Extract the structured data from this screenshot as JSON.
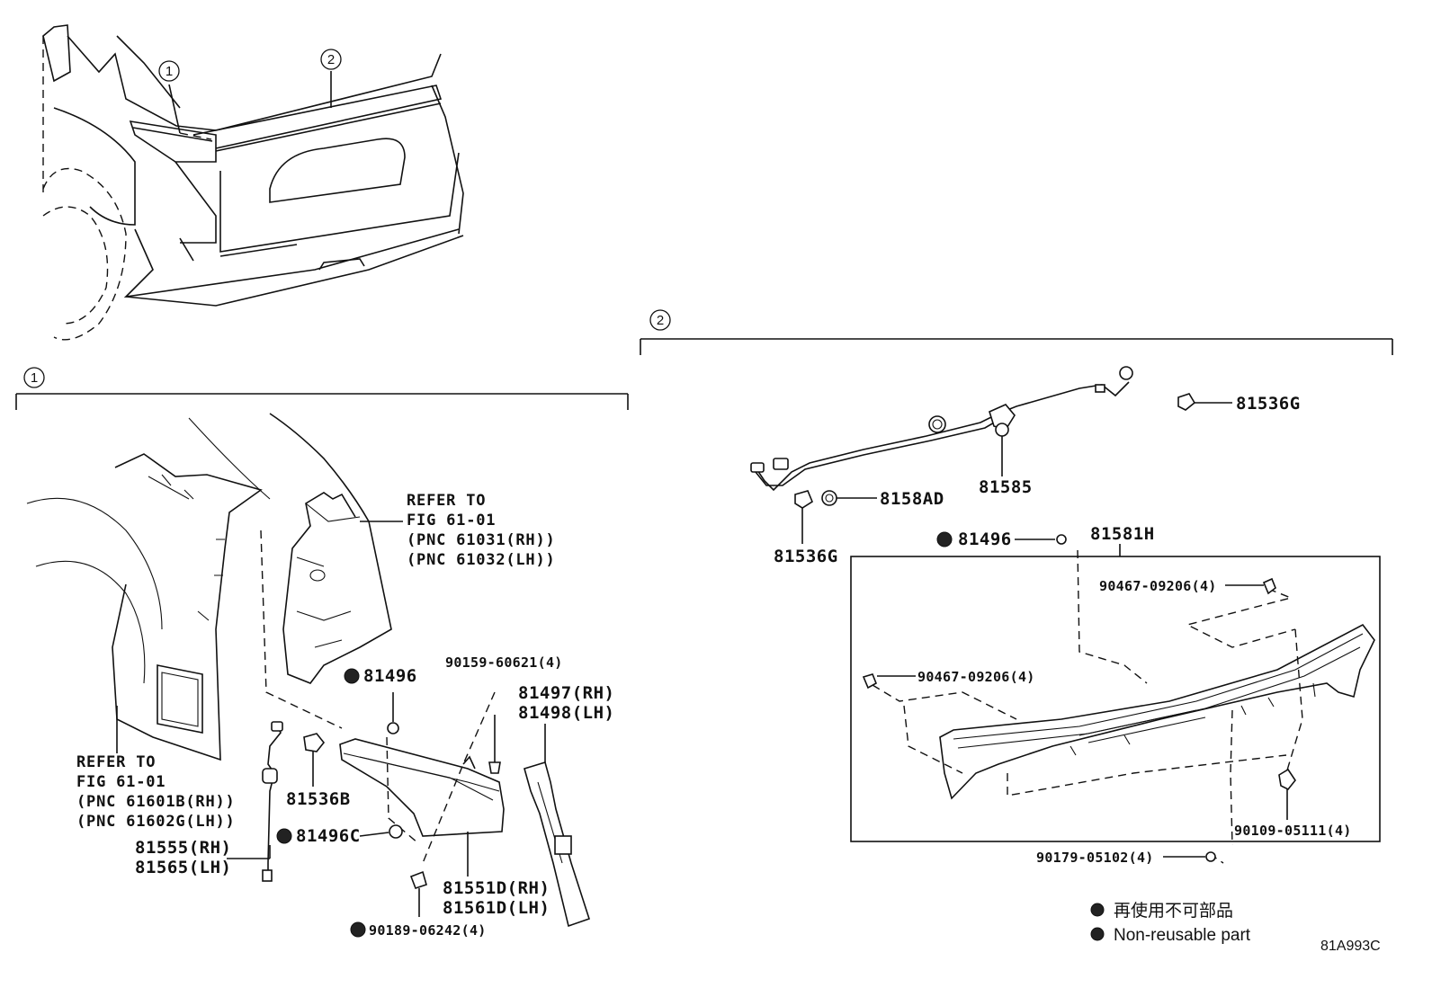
{
  "callouts": {
    "one": "1",
    "two": "2"
  },
  "section1": {
    "ref_fig_upper": [
      "REFER TO",
      "FIG 61-01",
      "(PNC 61031(RH))",
      "(PNC 61032(LH))"
    ],
    "ref_fig_lower": [
      "REFER TO",
      "FIG 61-01",
      "(PNC 61601B(RH))",
      "(PNC 61602G(LH))"
    ],
    "labels": {
      "p81496": "81496",
      "p90159": "90159-60621(4)",
      "p81497": "81497(RH)",
      "p81498": "81498(LH)",
      "p81536b": "81536B",
      "p81496c": "81496C",
      "p81555": "81555(RH)",
      "p81565": "81565(LH)",
      "p81551d": "81551D(RH)",
      "p81561d": "81561D(LH)",
      "p90189": "90189-06242(4)"
    }
  },
  "section2": {
    "labels": {
      "p81536g_top": "81536G",
      "p81585": "81585",
      "p8158ad": "8158AD",
      "p81536g_left": "81536G",
      "p81496": "81496",
      "p81581h": "81581H",
      "p90467_top": "90467-09206(4)",
      "p90467_left": "90467-09206(4)",
      "p90109": "90109-05111(4)",
      "p90179": "90179-05102(4)"
    }
  },
  "legend": {
    "jp": "再使用不可部品",
    "en": "Non-reusable part"
  },
  "figure_code": "81A993C"
}
